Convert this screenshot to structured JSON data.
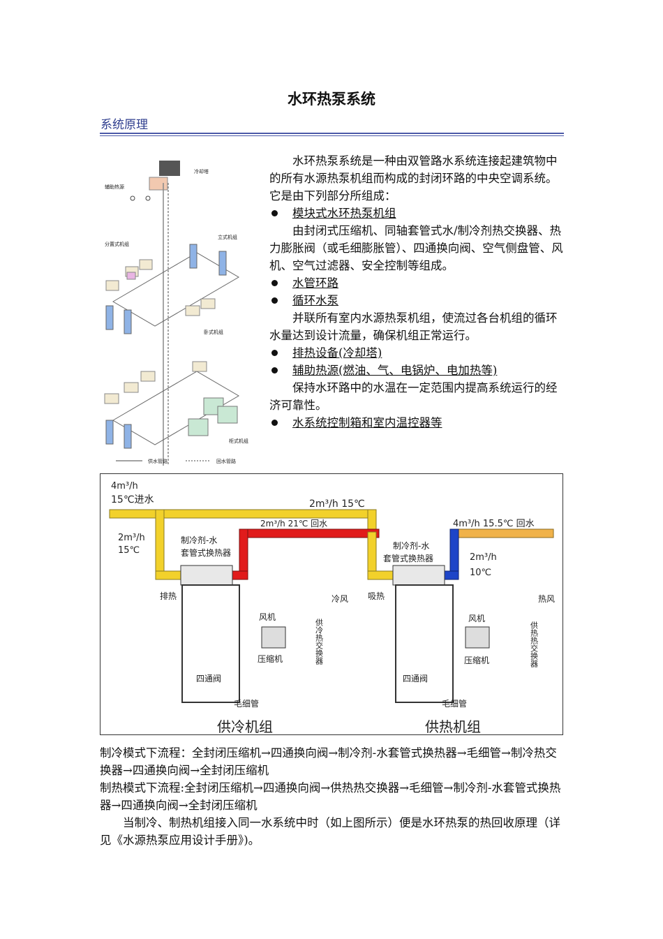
{
  "title": "水环热泵系统",
  "section_heading": "系统原理",
  "intro": "水环热泵系统是一种由双管路水系统连接起建筑物中的所有水源热泵机组而构成的封闭环路的中央空调系统。它是由下列部分所组成：",
  "components": [
    {
      "label": "模块式水环热泵机组",
      "desc": "由封闭式压缩机、同轴套管式水/制冷剂热交换器、热力膨胀阀（或毛细膨胀管）、四通换向阀、空气侧盘管、风机、空气过滤器、安全控制等组成。"
    },
    {
      "label": "水管环路",
      "desc": ""
    },
    {
      "label": "循环水泵",
      "desc": "并联所有室内水源热泵机组，使流过各台机组的循环水量达到设计流量，确保机组正常运行。"
    },
    {
      "label": "排热设备(冷却塔)",
      "desc": ""
    },
    {
      "label": "辅助热源(燃油、气、电锅炉、电加热等)",
      "desc": "保持水环路中的水温在一定范围内提高系统运行的经济可靠性。"
    },
    {
      "label": "水系统控制箱和室内温控器等",
      "desc": ""
    }
  ],
  "iso_labels": {
    "cooling_tower": "冷却塔",
    "aux_heater": "辅助热源",
    "split_unit": "分置式机组",
    "vertical_unit": "立式机组",
    "horizontal_unit": "卧式机组",
    "cabinet_unit": "柜式机组",
    "supply_pipe": "供水管路",
    "return_pipe": "回水管路"
  },
  "diagram_labels": {
    "inlet": "4m³/h",
    "inlet_temp": "15℃进水",
    "mid_flow": "2m³/h 15℃",
    "return21": "2m³/h 21℃ 回水",
    "outlet": "4m³/h 15.5℃ 回水",
    "left_branch_flow": "2m³/h",
    "left_branch_temp": "15℃",
    "right_branch_flow": "2m³/h",
    "right_branch_temp": "10℃",
    "exchanger1": "制冷剂-水",
    "exchanger2": "套管式换热器",
    "heat_reject": "排热",
    "heat_absorb": "吸热",
    "cold_air": "冷风",
    "hot_air": "热风",
    "fan": "风机",
    "compressor": "压缩机",
    "four_way": "四通阀",
    "capillary": "毛细管",
    "cool_hx": "供冷热交换器",
    "heat_hx": "供热热交换器",
    "cooling_unit": "供冷机组",
    "heating_unit": "供热机组"
  },
  "colors": {
    "cold_pipe": "#f2d12b",
    "hot_pipe": "#e11b1b",
    "chilled_pipe": "#1e45c8",
    "mixed_pipe": "#f0b24a",
    "heading": "#2e3d8e"
  },
  "cooling_flow": "制冷模式下流程：全封闭压缩机→四通换向阀→制冷剂-水套管式换热器→毛细管→制冷热交换器→四通换向阀→全封闭压缩机",
  "heating_flow": "制热模式下流程:全封闭压缩机→四通换向阀→供热热交换器→毛细管→制冷剂-水套管式换热器→四通换向阀→全封闭压缩机",
  "recovery": "当制冷、制热机组接入同一水系统中时（如上图所示）便是水环热泵的热回收原理（详见《水源热泵应用设计手册》)。"
}
